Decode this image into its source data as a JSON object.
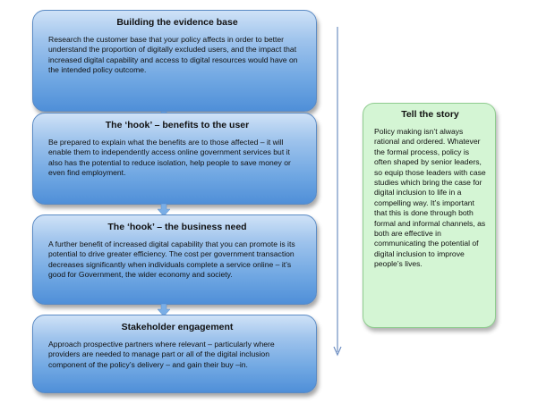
{
  "boxes": [
    {
      "title": "Building the evidence base",
      "text": "Research the customer base that your policy affects in order to better understand the proportion of digitally excluded users, and the impact that increased digital capability and access to digital resources would have on the intended policy outcome."
    },
    {
      "title": "The ‘hook’ – benefits to the user",
      "text": "Be prepared to explain what the benefits are to those affected – it will enable them to independently access online government services but it also has the potential to reduce isolation, help people to save money or even find employment."
    },
    {
      "title": "The ‘hook’ – the business need",
      "text": "A further benefit of increased digital capability that you can promote is its potential to drive greater efficiency. The cost per government transaction decreases significantly when individuals complete a service online – it’s good for Government, the wider economy and society."
    },
    {
      "title": "Stakeholder engagement",
      "text": "Approach prospective partners where relevant – particularly where providers are needed to manage part or all of the digital inclusion component of the policy’s delivery – and gain their buy –in."
    }
  ],
  "story": {
    "title": "Tell the story",
    "text": "Policy making isn’t always rational and ordered. Whatever the formal process, policy is often shaped by senior leaders, so equip those leaders with case studies which bring the case for digital inclusion to life in a compelling way. It’s important that this is done through both formal and informal channels, as both are effective in communicating the potential of digital inclusion to improve people’s lives."
  },
  "colors": {
    "box_fill": "#6ea6e2",
    "box_border": "#5a8ac4",
    "story_fill": "#d4f5d4",
    "story_border": "#8fcc8f",
    "arrow": "#7aaee6",
    "timeline": "#6f8fc2"
  }
}
